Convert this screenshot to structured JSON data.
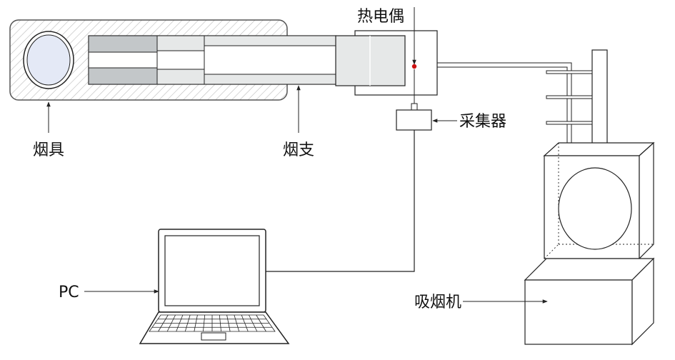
{
  "labels": {
    "thermocouple": "热电偶",
    "collector": "采集器",
    "holder": "烟具",
    "cigarette": "烟支",
    "pc": "PC",
    "smoking_machine": "吸烟机"
  },
  "colors": {
    "stroke": "#222222",
    "hatch": "#bbbbbb",
    "tobacco": "#c3c7c9",
    "filter": "#e6e8e8",
    "lens": "#e4e9f6",
    "thermo_point": "#cc1111"
  }
}
